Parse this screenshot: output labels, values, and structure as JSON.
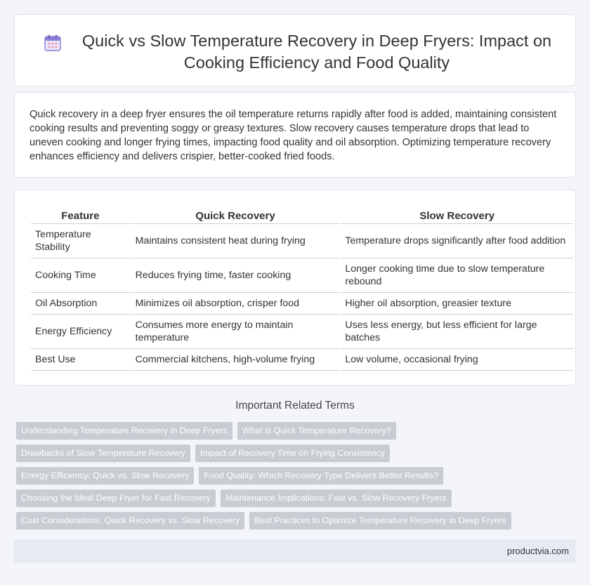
{
  "header": {
    "title": "Quick vs Slow Temperature Recovery in Deep Fryers: Impact on Cooking Efficiency and Food Quality",
    "icon": "calendar-icon",
    "icon_color": "#8a7fd6"
  },
  "intro": {
    "text": "Quick recovery in a deep fryer ensures the oil temperature returns rapidly after food is added, maintaining consistent cooking results and preventing soggy or greasy textures. Slow recovery causes temperature drops that lead to uneven cooking and longer frying times, impacting food quality and oil absorption. Optimizing temperature recovery enhances efficiency and delivers crispier, better-cooked fried foods."
  },
  "table": {
    "headers": [
      "Feature",
      "Quick Recovery",
      "Slow Recovery"
    ],
    "rows": [
      [
        "Temperature Stability",
        "Maintains consistent heat during frying",
        "Temperature drops significantly after food addition"
      ],
      [
        "Cooking Time",
        "Reduces frying time, faster cooking",
        "Longer cooking time due to slow temperature rebound"
      ],
      [
        "Oil Absorption",
        "Minimizes oil absorption, crisper food",
        "Higher oil absorption, greasier texture"
      ],
      [
        "Energy Efficiency",
        "Consumes more energy to maintain temperature",
        "Uses less energy, but less efficient for large batches"
      ],
      [
        "Best Use",
        "Commercial kitchens, high-volume frying",
        "Low volume, occasional frying"
      ]
    ]
  },
  "related": {
    "title": "Important Related Terms",
    "tags": [
      "Understanding Temperature Recovery in Deep Fryers",
      "What is Quick Temperature Recovery?",
      "Drawbacks of Slow Temperature Recovery",
      "Impact of Recovery Time on Frying Consistency",
      "Energy Efficiency: Quick vs. Slow Recovery",
      "Food Quality: Which Recovery Type Delivers Better Results?",
      "Choosing the Ideal Deep Fryer for Fast Recovery",
      "Maintenance Implications: Fast vs. Slow Recovery Fryers",
      "Cost Considerations: Quick Recovery vs. Slow Recovery",
      "Best Practices to Optimize Temperature Recovery in Deep Fryers"
    ]
  },
  "footer": {
    "site": "productvia.com"
  }
}
